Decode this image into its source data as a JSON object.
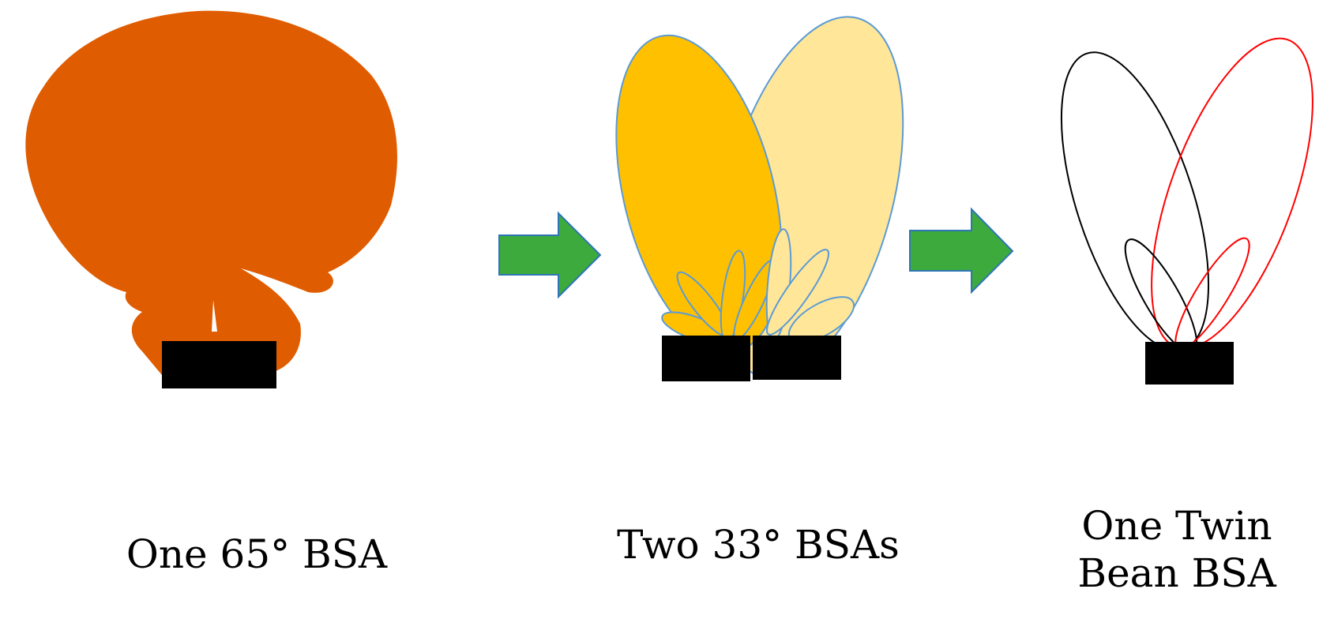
{
  "panels": [
    {
      "caption": "One 65° BSA",
      "pattern_color": "#E05C00"
    },
    {
      "caption": "Two 33° BSAs",
      "beam_colors": [
        "#FFC000",
        "#FFE699"
      ],
      "outline_color": "#5B9BD5"
    },
    {
      "caption_lines": [
        "One Twin",
        "Bean BSA"
      ],
      "beam_colors": [
        "#000000",
        "#FF0000"
      ]
    }
  ],
  "arrow_color": "#3CAA3C",
  "arrow_outline_color": "#2E75B6",
  "antenna_color": "#000000"
}
